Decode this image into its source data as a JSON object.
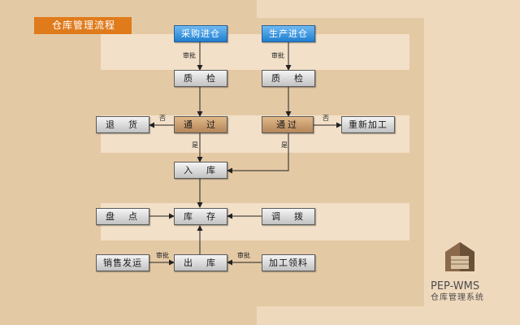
{
  "title": "仓库管理流程",
  "nodes": {
    "purchase_in": "采购进仓",
    "production_in": "生产进仓",
    "qc_left": "质　检",
    "qc_right": "质　检",
    "pass_left": "通　过",
    "pass_right": "通过",
    "return_goods": "退　货",
    "reprocess": "重新加工",
    "stock_in": "入　库",
    "stocktake": "盘　点",
    "inventory": "库　存",
    "transfer": "调　拨",
    "sales_ship": "销售发运",
    "stock_out": "出　库",
    "process_pick": "加工领料"
  },
  "labels": {
    "approve_left": "审批",
    "approve_right": "审批",
    "no_left": "否",
    "no_right": "否",
    "yes_left": "是",
    "yes_right": "是",
    "approve_sales": "审批",
    "approve_pick": "审批"
  },
  "brand": {
    "name": "PEP-WMS",
    "subtitle": "仓库管理系统"
  }
}
